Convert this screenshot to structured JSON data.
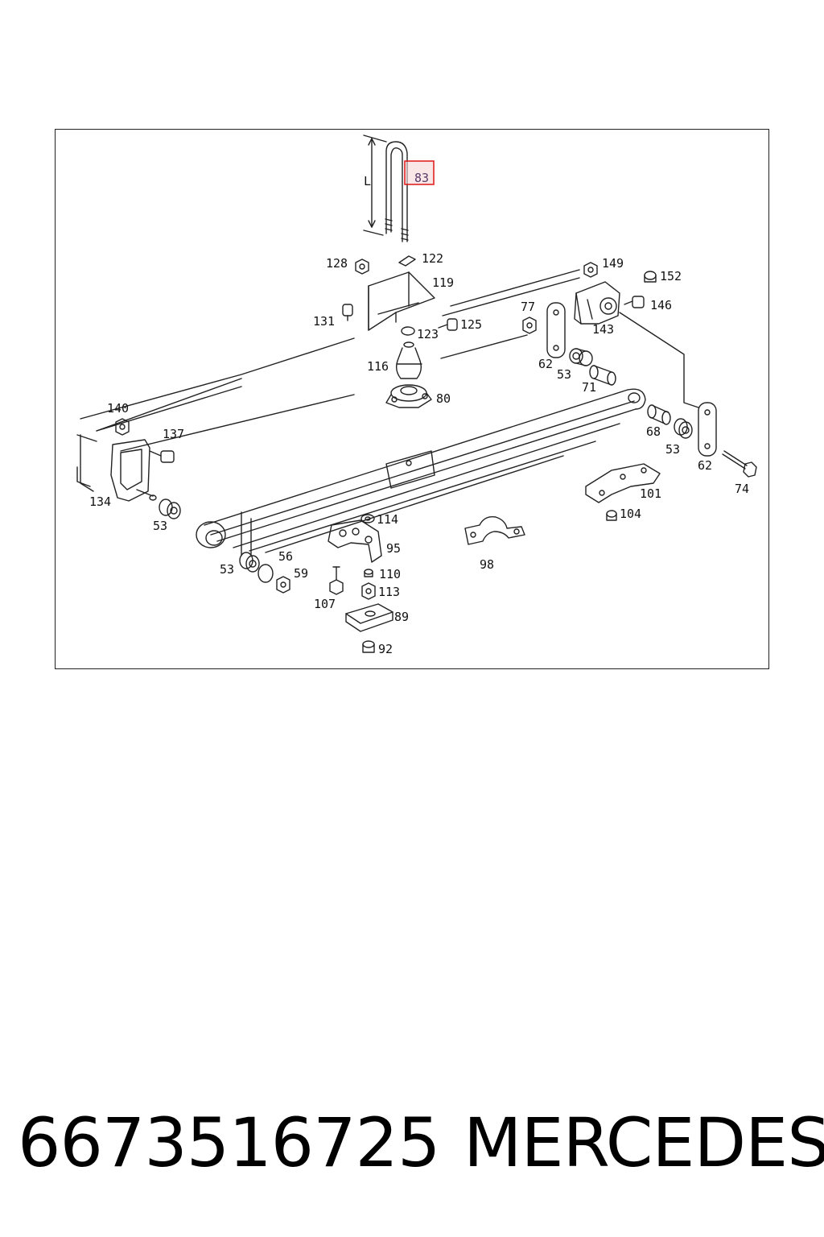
{
  "diagram": {
    "dimension_label": "L",
    "highlight_color": "#e02020",
    "highlighted_part": "83",
    "callouts": [
      "83",
      "128",
      "122",
      "119",
      "131",
      "125",
      "123",
      "116",
      "80",
      "149",
      "152",
      "146",
      "77",
      "143",
      "62",
      "53",
      "71",
      "140",
      "137",
      "134",
      "53",
      "68",
      "53",
      "62",
      "74",
      "101",
      "104",
      "114",
      "95",
      "56",
      "53",
      "59",
      "110",
      "107",
      "113",
      "98",
      "89",
      "92"
    ]
  },
  "footer": {
    "part_number": "6673516725",
    "brand": "MERCEDES"
  }
}
